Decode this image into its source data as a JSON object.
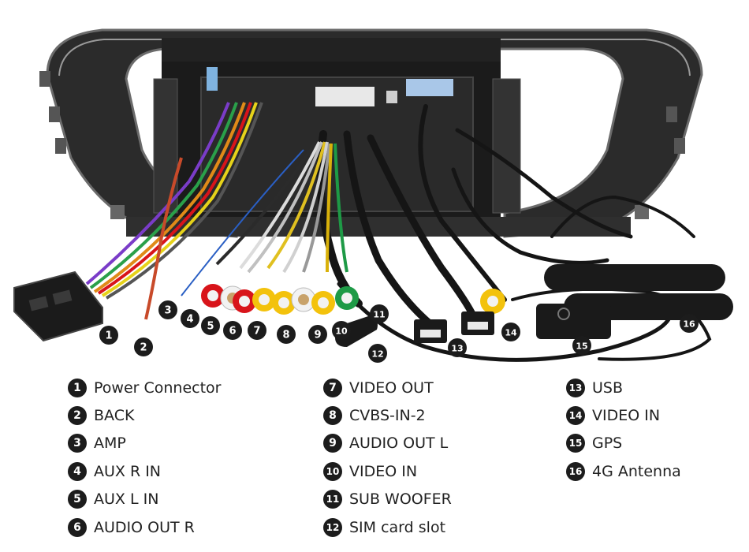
{
  "image_badges": [
    "1",
    "2",
    "3",
    "4",
    "5",
    "6",
    "7",
    "8",
    "9",
    "10",
    "11",
    "12",
    "13",
    "14",
    "15",
    "16"
  ],
  "legend": [
    {
      "num": "1",
      "label": "Power Connector"
    },
    {
      "num": "2",
      "label": "BACK"
    },
    {
      "num": "3",
      "label": "AMP"
    },
    {
      "num": "4",
      "label": "AUX R IN"
    },
    {
      "num": "5",
      "label": "AUX L IN"
    },
    {
      "num": "6",
      "label": "AUDIO OUT R"
    },
    {
      "num": "7",
      "label": "VIDEO OUT"
    },
    {
      "num": "8",
      "label": "CVBS-IN-2"
    },
    {
      "num": "9",
      "label": "AUDIO OUT L"
    },
    {
      "num": "10",
      "label": "VIDEO IN"
    },
    {
      "num": "11",
      "label": "SUB WOOFER"
    },
    {
      "num": "12",
      "label": "SIM card slot"
    },
    {
      "num": "13",
      "label": "USB"
    },
    {
      "num": "14",
      "label": "VIDEO IN"
    },
    {
      "num": "15",
      "label": "GPS"
    },
    {
      "num": "16",
      "label": "4G Antenna"
    }
  ],
  "colors": {
    "badge": "#1c1c1c",
    "frame": "#2a2a2a",
    "rca_red": "#d8141a",
    "rca_white": "#f2f2f2",
    "rca_yellow": "#f3c20c",
    "rca_green": "#1e9a46",
    "cable": "#1a1a1a"
  }
}
